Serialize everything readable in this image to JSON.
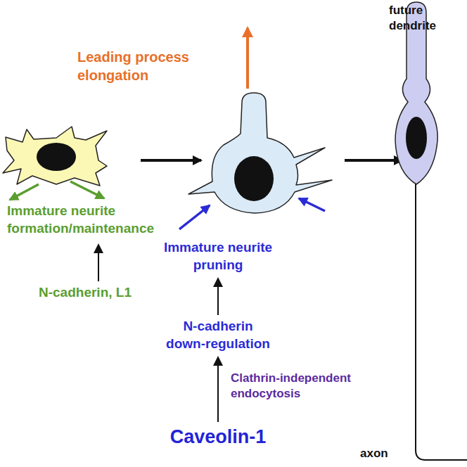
{
  "diagram": {
    "labels": [
      "Leading process elongation",
      "future dendrite",
      "Immature neurite formation/maintenance",
      "Immature neurite pruning",
      "N-cadherin, L1",
      "N-cadherin down-regulation",
      "Clathrin-independent endocytosis",
      "Caveolin-1",
      "axon"
    ]
  }
}
